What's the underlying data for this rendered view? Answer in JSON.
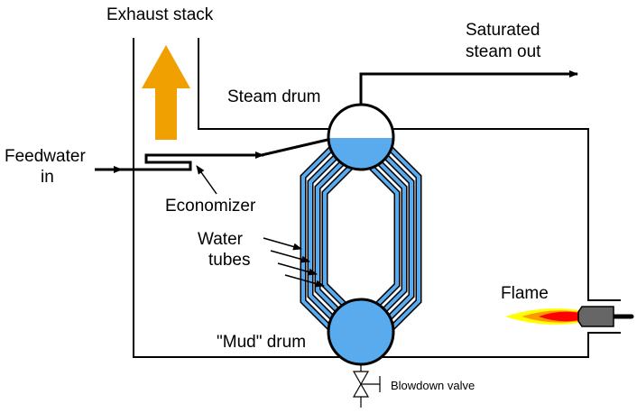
{
  "title": "Water-tube boiler diagram",
  "labels": {
    "exhaust_stack": "Exhaust stack",
    "steam_out_line1": "Saturated",
    "steam_out_line2": "steam out",
    "steam_drum": "Steam drum",
    "feedwater_line1": "Feedwater",
    "feedwater_line2": "in",
    "economizer": "Economizer",
    "water_tubes_line1": "Water",
    "water_tubes_line2": "tubes",
    "flame": "Flame",
    "mud_drum": "\"Mud\" drum",
    "blowdown_valve": "Blowdown valve"
  },
  "colors": {
    "water": "#5aaaee",
    "exhaust_arrow": "#f0a000",
    "burner": "#666666",
    "flame_outer": "#ffff00",
    "flame_mid": "#ff9900",
    "flame_inner": "#ff0000"
  }
}
